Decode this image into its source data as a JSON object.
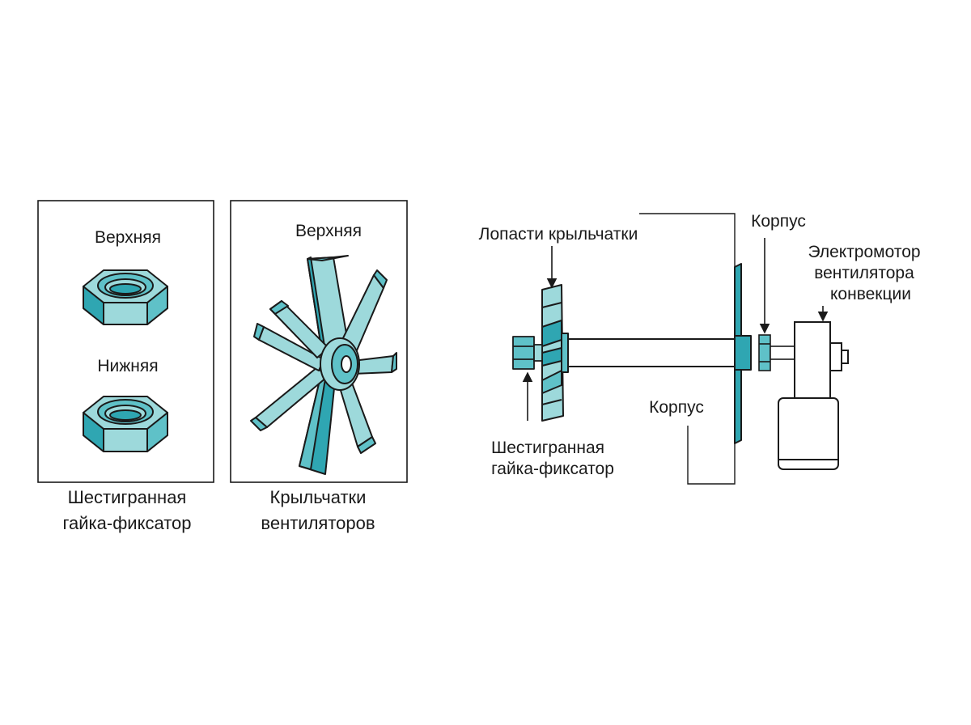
{
  "colors": {
    "teal_light": "#9dd9db",
    "teal_mid": "#5fc1c8",
    "teal_dark": "#2fa6b2",
    "outline": "#1a1a1a",
    "background": "#ffffff"
  },
  "panel_nuts": {
    "top_label": "Верхняя",
    "bottom_label": "Нижняя",
    "caption_line1": "Шестигранная",
    "caption_line2": "гайка-фиксатор"
  },
  "panel_impeller": {
    "top_label": "Верхняя",
    "caption_line1": "Крыльчатки",
    "caption_line2": "вентиляторов"
  },
  "assembly": {
    "blades_label": "Лопасти крыльчатки",
    "housing_top_label": "Корпус",
    "motor_label_line1": "Электромотор",
    "motor_label_line2": "вентилятора",
    "motor_label_line3": "конвекции",
    "housing_bottom_label": "Корпус",
    "nut_label_line1": "Шестигранная",
    "nut_label_line2": "гайка-фиксатор"
  }
}
